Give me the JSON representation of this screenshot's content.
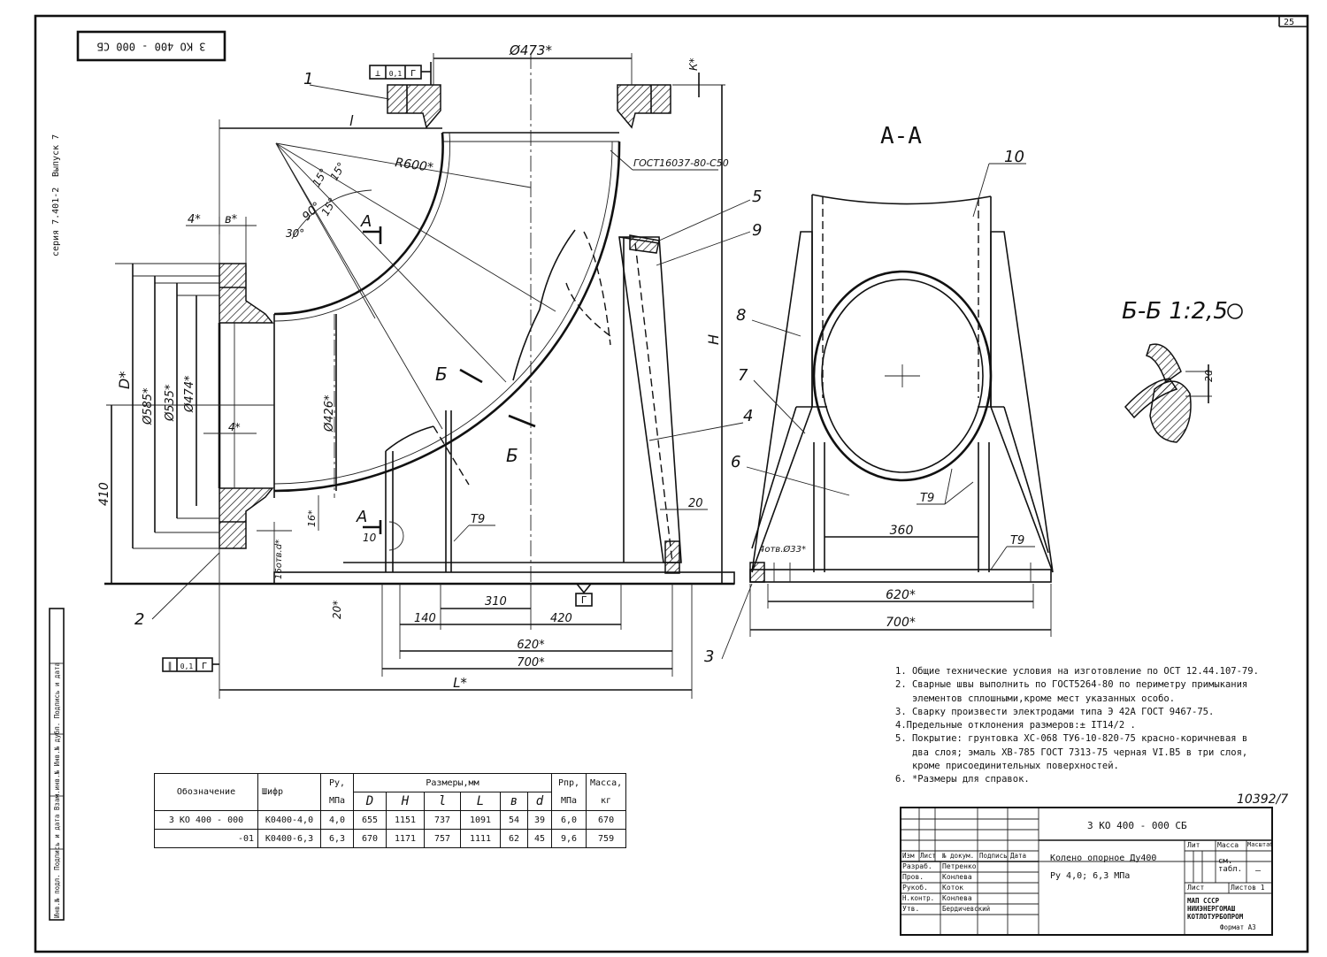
{
  "sheet": {
    "top_code_rotated": "3 КО 400 - 000 СБ",
    "series_rotated": "серия 7.401-2",
    "issue_rotated": "Выпуск 7",
    "page_number": "25",
    "side_block_rotated": "Инв.№ подл. Подпись и дата Взам.инв.№ Инв.№ дубл. Подпись и дата",
    "handwritten_number": "10392/7"
  },
  "views": {
    "section_aa_title": "А-А",
    "section_bb_title": "Б-Б 1:2,5",
    "cut_label_a": "А",
    "cut_label_b": "Б",
    "view_label_g": "Г"
  },
  "dimensions": {
    "d473": "Ø473*",
    "k_star": "К*",
    "l": "l",
    "r600": "R600*",
    "gost_weld": "ГОСТ16037-80-С50",
    "a90": "90°",
    "a15a": "15°",
    "a15b": "15°",
    "a15c": "15°",
    "a30": "30°",
    "four_star": "4*",
    "b_star": "в*",
    "D_star": "D*",
    "d585": "Ø585*",
    "d535": "Ø535*",
    "d474": "Ø474*",
    "four_star_b": "4*",
    "d426": "Ø426*",
    "h410": "410",
    "H": "H",
    "sixteen": "16*",
    "holes": "16отв.d*",
    "twenty_b": "20*",
    "ten": "10",
    "twenty": "20",
    "d140": "140",
    "d310": "310",
    "d420": "420",
    "d620": "620*",
    "d700": "700*",
    "L_star": "L*",
    "aa_360": "360",
    "aa_620": "620*",
    "aa_700": "700*",
    "aa_holes": "4отв.Ø33*",
    "bb_20": "20",
    "weld_t9_a": "Т9",
    "weld_t9_b": "Т9",
    "weld_t9_c": "Т9",
    "tol_flat": "0,1",
    "tol_flat2": "0,1"
  },
  "tolerance_frames": {
    "top": [
      "⊥",
      "0,1",
      "Г"
    ],
    "bottom": [
      "∥",
      "0,1",
      "Г"
    ]
  },
  "callouts": [
    "1",
    "2",
    "3",
    "4",
    "5",
    "6",
    "7",
    "8",
    "9",
    "10"
  ],
  "notes": [
    "1. Общие технические условия на изготовление по ОСТ 12.44.107-79.",
    "2. Сварные швы выполнить по ГОСТ5264-80 по периметру примыкания",
    "   элементов сплошными,кроме мест указанных особо.",
    "3. Сварку произвести электродами типа Э 42А ГОСТ 9467-75.",
    "4.Предельные отклонения размеров:± IT14/2 .",
    "5. Покрытие: грунтовка ХС-068 ТУ6-10-820-75 красно-коричневая в",
    "   два слоя; эмаль ХВ-785 ГОСТ 7313-75 черная VI.В5 в три слоя,",
    "   кроме присоединительных поверхностей.",
    "6. *Размеры для справок."
  ],
  "spec_table": {
    "headers": {
      "designation": "Обозначение",
      "code": "Шифр",
      "py": "Ру,",
      "py_unit": "МПа",
      "dims": "Размеры,мм",
      "rpr": "Рпр,",
      "rpr_unit": "МПа",
      "mass": "Масса,",
      "mass_unit": "кг",
      "sub": [
        "D",
        "H",
        "l",
        "L",
        "в",
        "d"
      ]
    },
    "rows": [
      [
        "3 КО 400 - 000",
        "К0400-4,0",
        "4,0",
        "655",
        "1151",
        "737",
        "1091",
        "54",
        "39",
        "6,0",
        "670"
      ],
      [
        "-01",
        "К0400-6,3",
        "6,3",
        "670",
        "1171",
        "757",
        "1111",
        "62",
        "45",
        "9,6",
        "759"
      ]
    ]
  },
  "title_block": {
    "doc_code": "3 КО 400 - 000 СБ",
    "name_line1": "Колено опорное Ду400",
    "name_line2": "Ру 4,0; 6,3 МПа",
    "col_lit": "Лит",
    "col_mass": "Масса",
    "col_scale": "Масштаб",
    "mass_value": "см. табл.",
    "scale_value": "—",
    "sheet_label": "Лист",
    "sheets_label": "Листов 1",
    "org": "МАП СССР НИИЭНЕРГОМАШ КОТЛОТУРБОПРОМ",
    "format": "Формат А3",
    "header_cells": [
      "Изм",
      "Лист",
      "№ докум.",
      "Подпись",
      "Дата"
    ],
    "roles": [
      {
        "role": "Разраб.",
        "name": "Петренко"
      },
      {
        "role": "Пров.",
        "name": "Конлева"
      },
      {
        "role": "Рукоб.",
        "name": "Коток"
      },
      {
        "role": "Н.контр.",
        "name": "Конлева"
      },
      {
        "role": "Утв.",
        "name": "Бердичевский"
      }
    ]
  }
}
